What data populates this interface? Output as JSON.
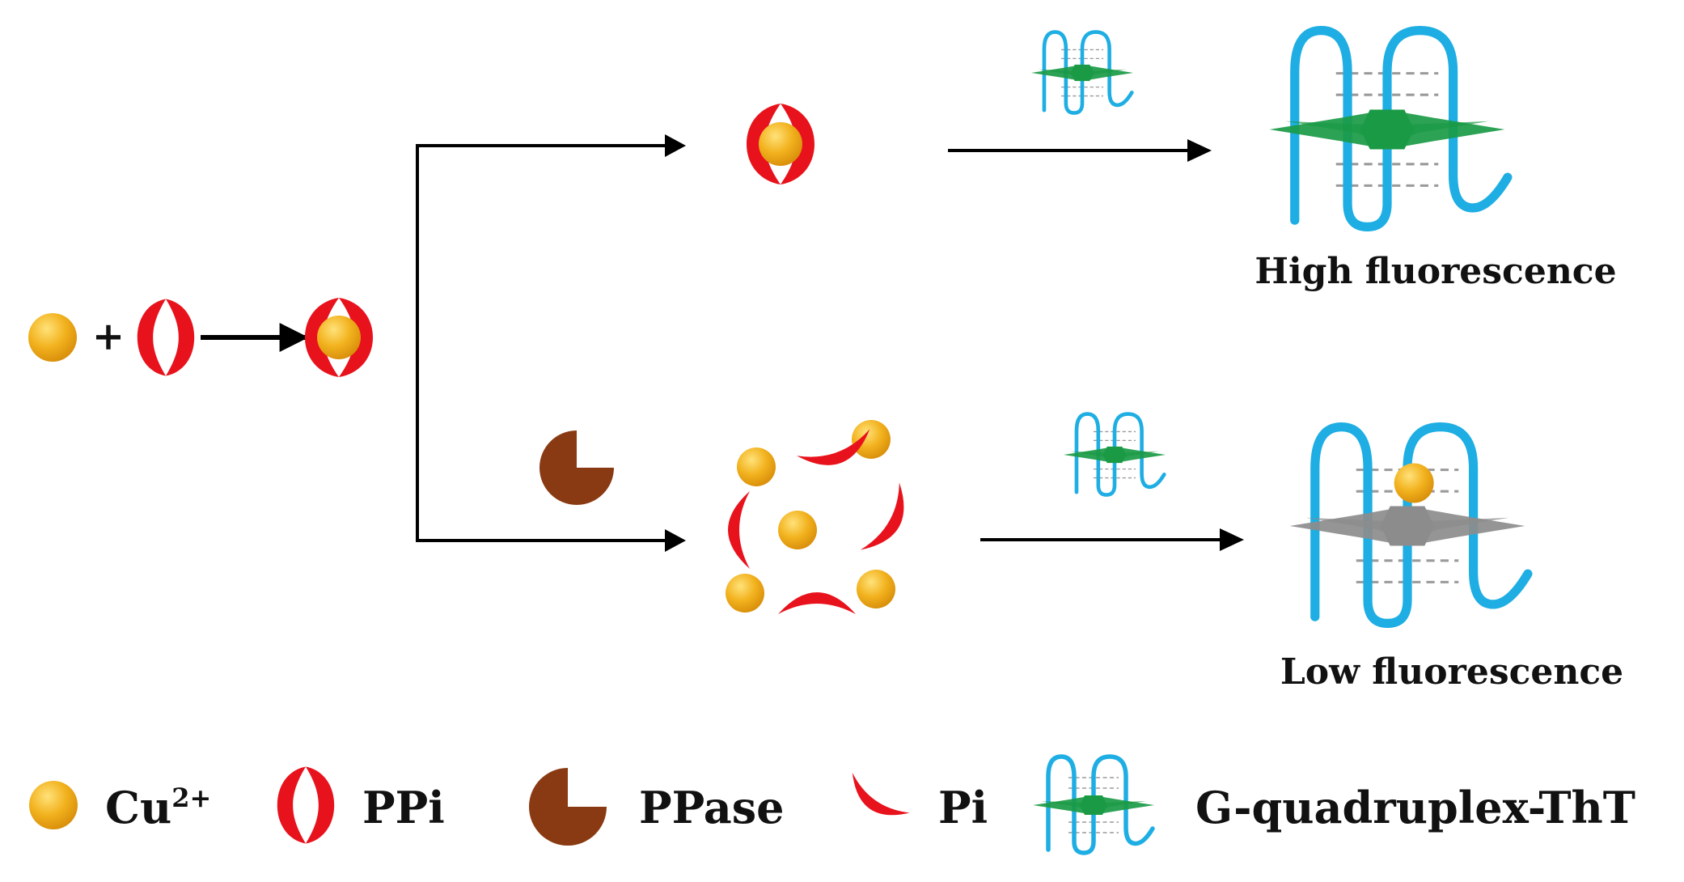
{
  "colors": {
    "cu": "#f2b21e",
    "cu_highlight": "#ffe27a",
    "ppi": "#e8121c",
    "ppase": "#8a3a12",
    "dna": "#1eaee3",
    "tht": "#1a9a45",
    "tht_quenched": "#8c8c8c",
    "arrow": "#000000"
  },
  "icons": {
    "cu": "yellow-sphere-icon",
    "ppi": "split-oval-icon",
    "ppase": "pacman-icon",
    "pi": "crescent-icon",
    "gquad": "g-quadruplex-icon"
  },
  "scheme": {
    "plus": "+",
    "high_label": "High fluorescence",
    "low_label": "Low fluorescence"
  },
  "legend": {
    "cu_base": "Cu",
    "cu_sup": "2+",
    "ppi": "PPi",
    "ppase": "PPase",
    "pi": "Pi",
    "gquad": "G-quadruplex-ThT"
  }
}
